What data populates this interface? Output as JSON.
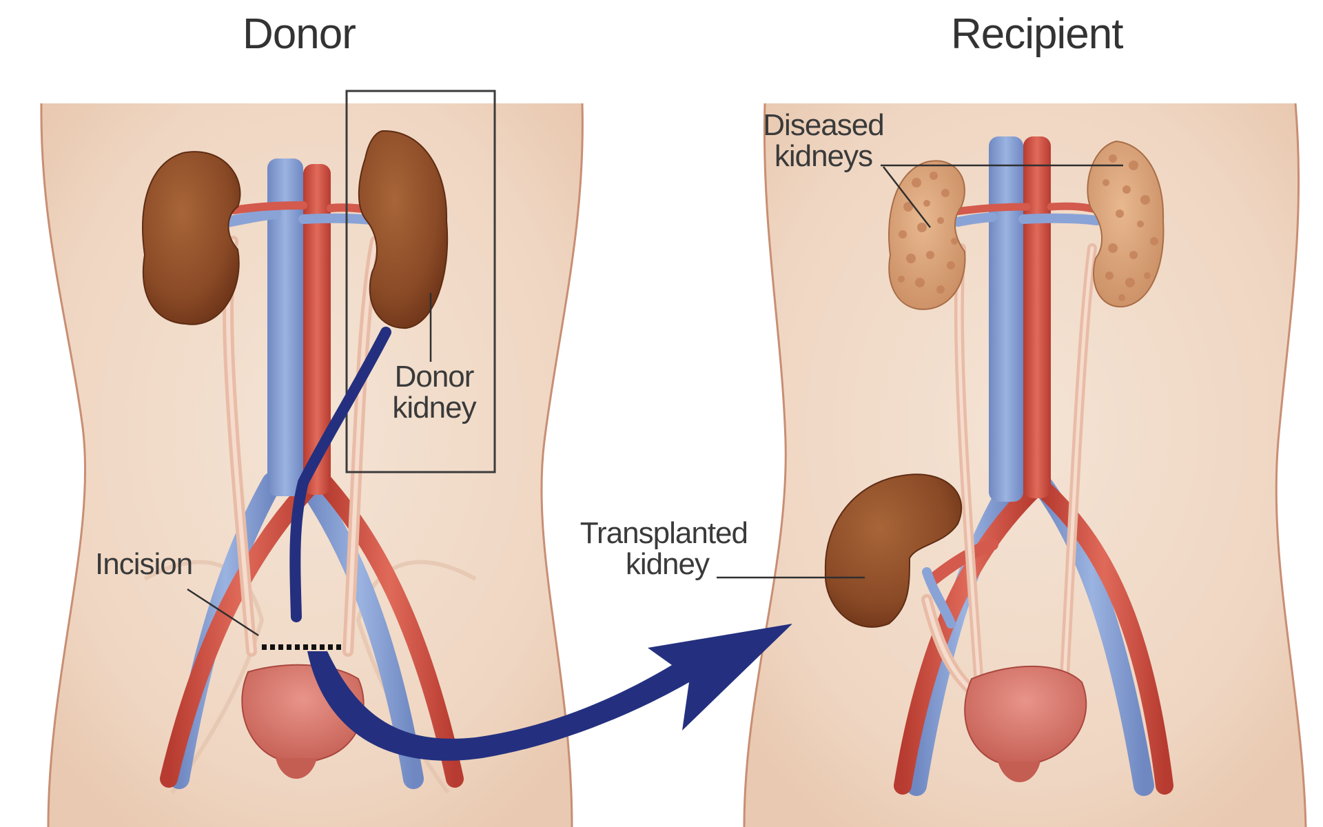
{
  "panels": {
    "donor": {
      "title": "Donor"
    },
    "recipient": {
      "title": "Recipient"
    }
  },
  "labels": {
    "donor_kidney": [
      "Donor",
      "kidney"
    ],
    "incision": "Incision",
    "diseased_kidneys": [
      "Diseased",
      "kidneys"
    ],
    "transplanted_kidney": [
      "Transplanted",
      "kidney"
    ]
  },
  "colors": {
    "skin": "#f1dccb",
    "kidney": "#8e4e28",
    "diseased_kidney": "#d9a176",
    "artery": "#cc4a3e",
    "vein": "#7f99cf",
    "bladder": "#d4786a",
    "ureter": "#ecc6b4",
    "transfer_arrow": "#24307f"
  }
}
